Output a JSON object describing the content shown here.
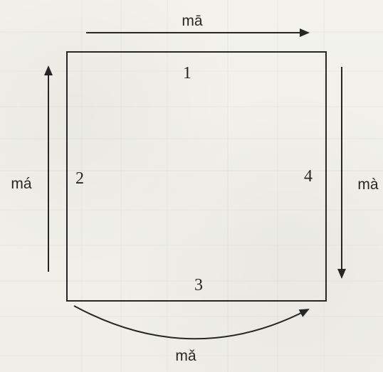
{
  "diagram": {
    "sides": {
      "top": {
        "number": "1",
        "syllable": "mā"
      },
      "left": {
        "number": "2",
        "syllable": "má"
      },
      "bottom": {
        "number": "3",
        "syllable": "mǎ"
      },
      "right": {
        "number": "4",
        "syllable": "mà"
      }
    },
    "colors": {
      "ink": "#262626",
      "paper": "#f1f0ea"
    }
  }
}
